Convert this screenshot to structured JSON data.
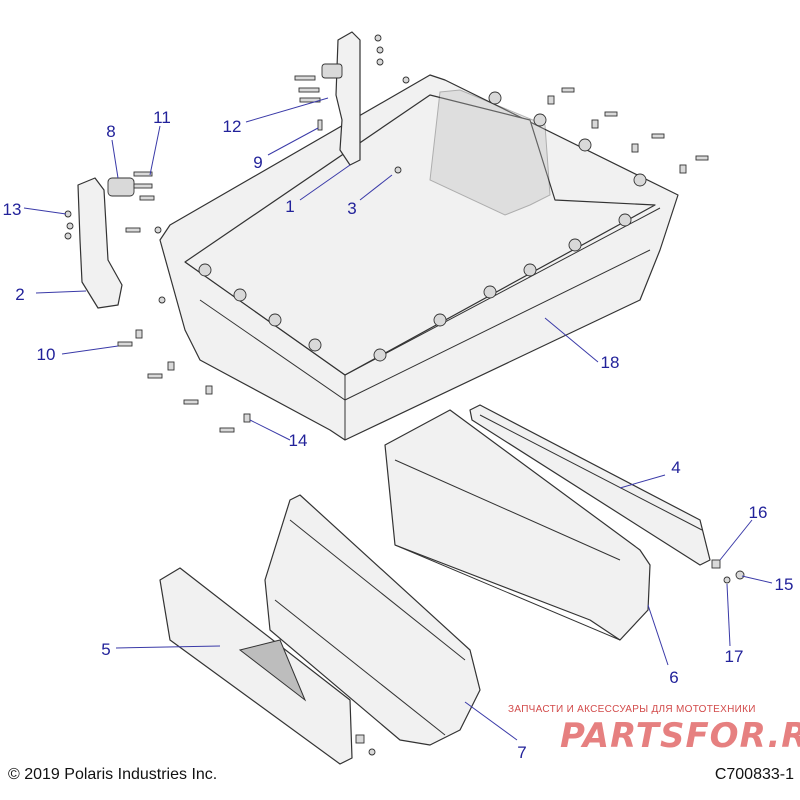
{
  "callouts": [
    {
      "id": "c1",
      "label": "1"
    },
    {
      "id": "c2",
      "label": "2"
    },
    {
      "id": "c3",
      "label": "3"
    },
    {
      "id": "c4",
      "label": "4"
    },
    {
      "id": "c5",
      "label": "5"
    },
    {
      "id": "c6",
      "label": "6"
    },
    {
      "id": "c7",
      "label": "7"
    },
    {
      "id": "c8",
      "label": "8"
    },
    {
      "id": "c9",
      "label": "9"
    },
    {
      "id": "c10",
      "label": "10"
    },
    {
      "id": "c11",
      "label": "11"
    },
    {
      "id": "c12",
      "label": "12"
    },
    {
      "id": "c13",
      "label": "13"
    },
    {
      "id": "c14",
      "label": "14"
    },
    {
      "id": "c15",
      "label": "15"
    },
    {
      "id": "c16",
      "label": "16"
    },
    {
      "id": "c17",
      "label": "17"
    },
    {
      "id": "c18",
      "label": "18"
    }
  ],
  "footer": {
    "copyright": "© 2019 Polaris Industries Inc.",
    "figure_id": "C700833-1"
  },
  "watermark": {
    "tagline": "ЗАПЧАСТИ И АКСЕССУАРЫ ДЛЯ МОТОТЕХНИКИ",
    "logo": "PARTSFOR.RU"
  },
  "colors": {
    "callout": "#22229a",
    "line": "#333333",
    "part_fill": "#f1f1f1",
    "watermark": "#e26b6b"
  }
}
